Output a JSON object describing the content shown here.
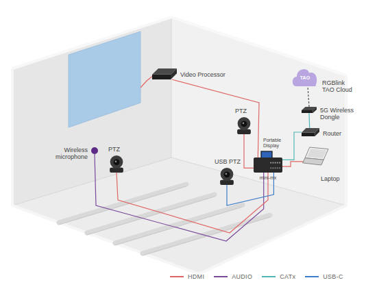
{
  "diagram": {
    "nodes": [
      {
        "text": [
          "Video Processor"
        ]
      },
      {
        "text": [
          "PTZ"
        ]
      },
      {
        "text": [
          "Wireless microphone"
        ]
      },
      {
        "text": [
          "PTZ"
        ]
      },
      {
        "text": [
          "USB PTZ"
        ]
      },
      {
        "text": [
          "Portable Display"
        ]
      },
      {
        "text": [
          "mini-mx"
        ]
      },
      {
        "text": [
          "RGBlink TAO Cloud"
        ]
      },
      {
        "text": [
          "5G Wireless Dongle"
        ]
      },
      {
        "text": [
          "Router"
        ]
      },
      {
        "text": [
          "Laptop"
        ]
      }
    ],
    "edges": [
      {
        "from": 0,
        "to": 6,
        "arrow": "none"
      },
      {
        "from": 1,
        "to": 6,
        "arrow": "none"
      },
      {
        "from": 2,
        "to": 6,
        "arrow": "none"
      },
      {
        "from": 3,
        "to": 6,
        "arrow": "none"
      },
      {
        "from": 4,
        "to": 6,
        "arrow": "none"
      },
      {
        "from": 6,
        "to": 10,
        "arrow": "none"
      },
      {
        "from": 6,
        "to": 9,
        "arrow": "none"
      },
      {
        "from": 9,
        "to": 8,
        "arrow": "none"
      },
      {
        "from": 8,
        "to": 7,
        "arrow": "none"
      }
    ],
    "labels": [
      "TAO"
    ],
    "legend": [
      {
        "text": "HDMI",
        "color": "#e06666"
      },
      {
        "text": "AUDIO",
        "color": "#7a4a9a"
      },
      {
        "text": "CATx",
        "color": "#4fb8b3"
      },
      {
        "text": "USB-C",
        "color": "#3d7cc9"
      }
    ]
  }
}
